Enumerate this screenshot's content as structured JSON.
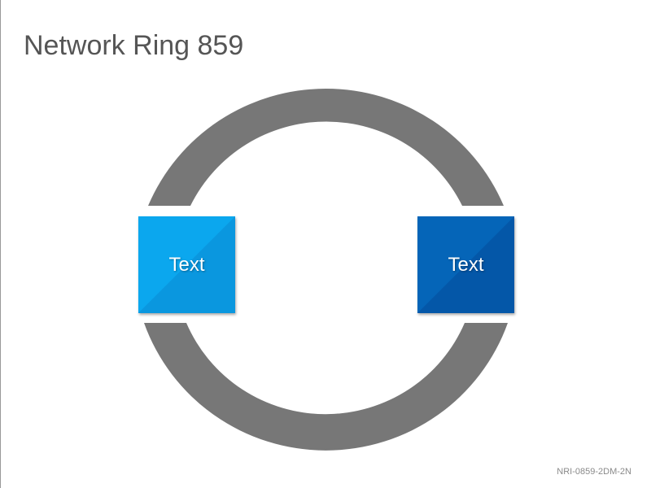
{
  "title": "Network Ring 859",
  "colors": {
    "ring": "#777777",
    "node_left": "#0ba7ee",
    "node_left_dark": "#0a8fd8",
    "node_right": "#0565b8",
    "node_right_dark": "#034f9c",
    "title_text": "#555555"
  },
  "nodes": [
    {
      "label": "Text"
    },
    {
      "label": "Text"
    }
  ],
  "footer_code": "NRI-0859-2DM-2N"
}
